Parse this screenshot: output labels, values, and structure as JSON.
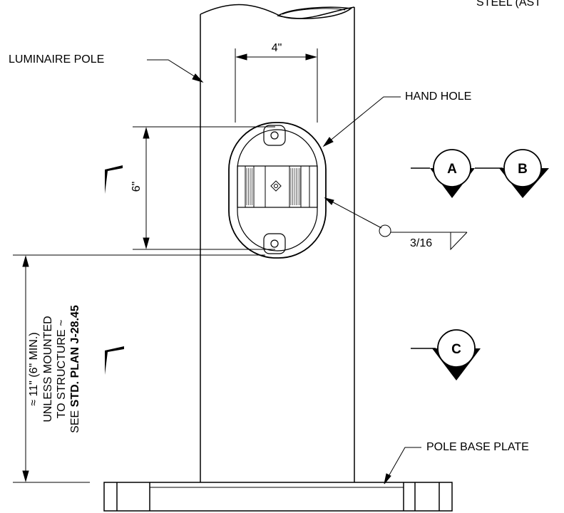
{
  "labels": {
    "corner_text": "STEEL (AST",
    "luminaire_pole": "LUMINAIRE POLE",
    "hand_hole": "HAND HOLE",
    "dim_width": "4\"",
    "dim_height": "6\"",
    "weld_size": "3/16",
    "pole_base_plate": "POLE BASE PLATE",
    "vertical_note": {
      "line1": "≈ 11\" (6\" MIN.)",
      "line2": "UNLESS MOUNTED",
      "line3": "TO STRUCTURE ~",
      "line4_prefix": "SEE ",
      "line4_ref": "STD. PLAN J-28.45"
    }
  },
  "section_markers": [
    "A",
    "B",
    "C"
  ]
}
